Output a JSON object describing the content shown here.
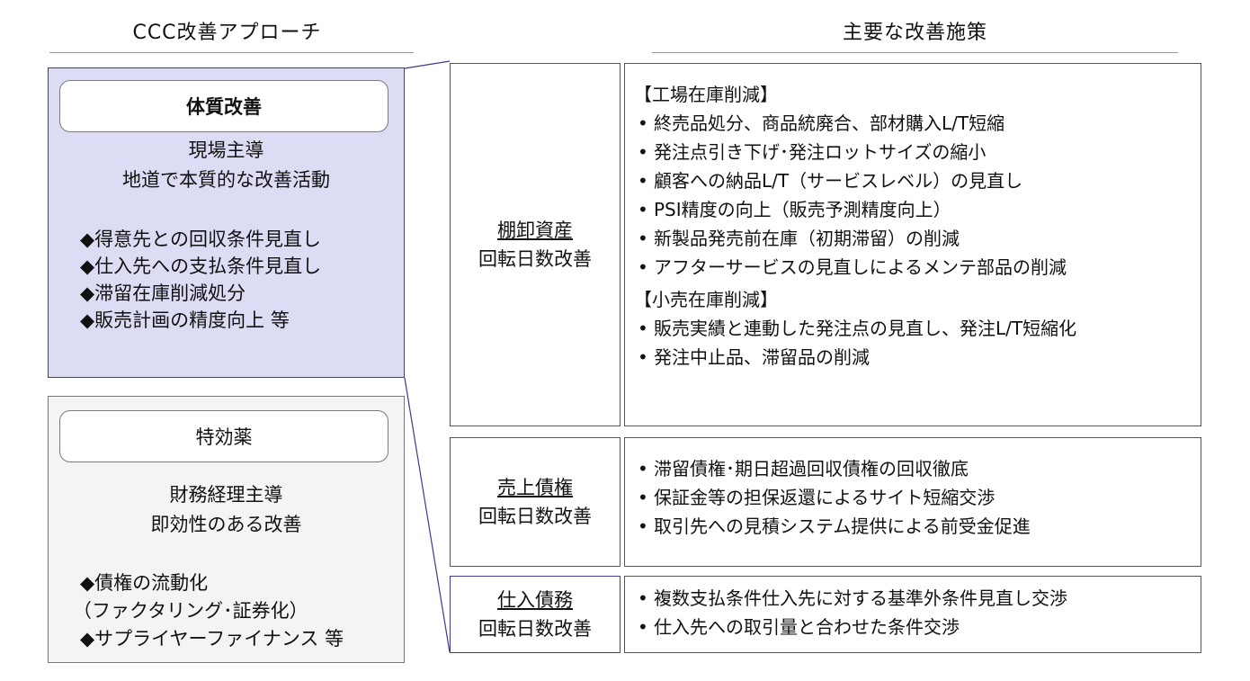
{
  "headers": {
    "left": "CCC改善アプローチ",
    "right": "主要な改善施策"
  },
  "approach_constitution": {
    "title": "体質改善",
    "lines": [
      "現場主導",
      "地道で本質的な改善活動"
    ],
    "bullets": [
      "◆得意先との回収条件見直し",
      "◆仕入先への支払条件見直し",
      "◆滞留在庫削減処分",
      "◆販売計画の精度向上 等"
    ]
  },
  "approach_quickfix": {
    "title": "特効薬",
    "lines": [
      "財務経理主導",
      "即効性のある改善"
    ],
    "bullets": [
      "◆債権の流動化",
      "（ファクタリング･証券化）",
      "◆サプライヤーファイナンス 等"
    ]
  },
  "inventory": {
    "label_main": "棚卸資産",
    "label_sub": "回転日数改善",
    "section1_title": "【工場在庫削減】",
    "section1_items": [
      "終売品処分、商品統廃合、部材購入L/T短縮",
      "発注点引き下げ･発注ロットサイズの縮小",
      "顧客への納品L/T（サービスレベル）の見直し",
      "PSI精度の向上（販売予測精度向上）",
      "新製品発売前在庫（初期滞留）の削減",
      "アフターサービスの見直しによるメンテ部品の削減"
    ],
    "section2_title": "【小売在庫削減】",
    "section2_items": [
      "販売実績と連動した発注点の見直し、発注L/T短縮化",
      "発注中止品、滞留品の削減"
    ]
  },
  "receivables": {
    "label_main": "売上債権",
    "label_sub": "回転日数改善",
    "items": [
      "滞留債権･期日超過回収債権の回収徹底",
      "保証金等の担保返還によるサイト短縮交渉",
      "取引先への見積システム提供による前受金促進"
    ]
  },
  "payables": {
    "label_main": "仕入債務",
    "label_sub": "回転日数改善",
    "items": [
      "複数支払条件仕入先に対する基準外条件見直し交渉",
      "仕入先への取引量と合わせた条件交渉"
    ]
  },
  "colors": {
    "highlight_fill": "#dcdcf4",
    "highlight_border": "#3b3b8f",
    "neutral_fill": "#f4f4f4"
  }
}
